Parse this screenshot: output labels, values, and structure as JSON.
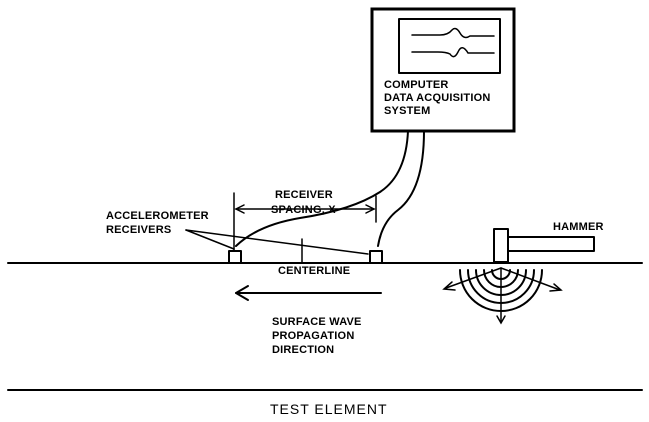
{
  "labels": {
    "computer_line1": "COMPUTER",
    "computer_line2": "DATA ACQUISITION",
    "computer_line3": "SYSTEM",
    "receiver_spacing_line1": "RECEIVER",
    "receiver_spacing_line2": "SPACING, X",
    "accelerometer_line1": "ACCELEROMETER",
    "accelerometer_line2": "RECEIVERS",
    "hammer": "HAMMER",
    "centerline": "CENTERLINE",
    "wave_line1": "SURFACE WAVE",
    "wave_line2": "PROPAGATION",
    "wave_line3": "DIRECTION",
    "test_element": "TEST ELEMENT"
  }
}
